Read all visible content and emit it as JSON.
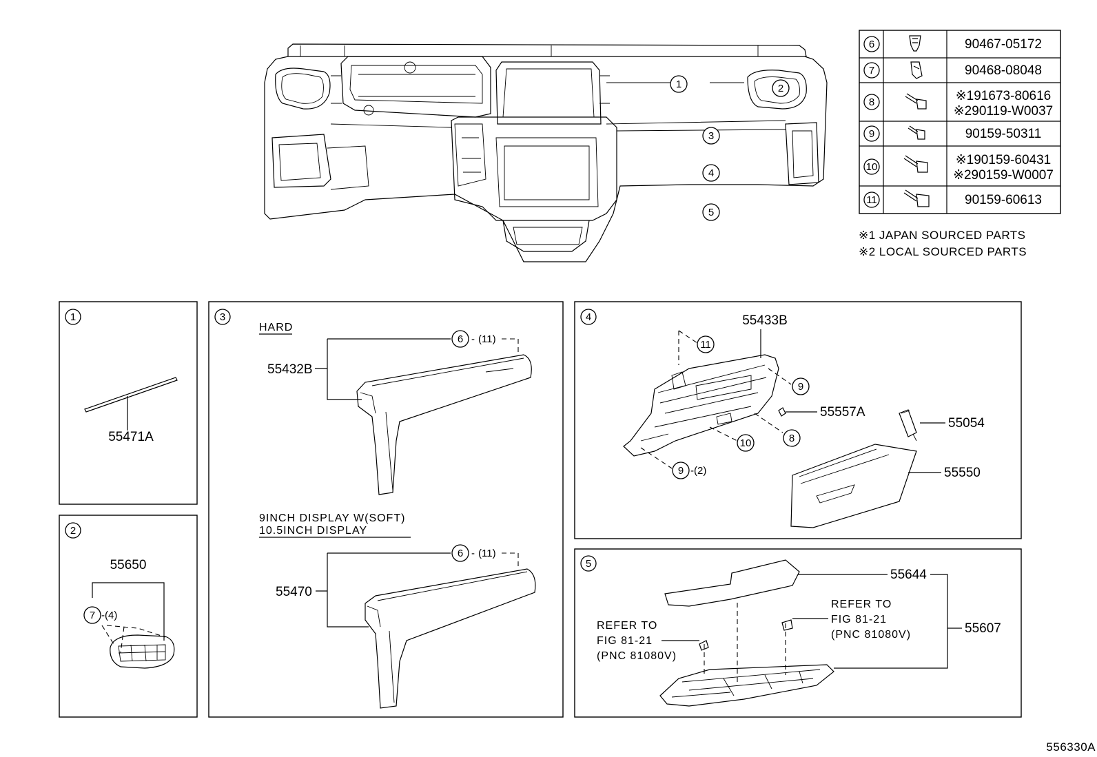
{
  "fasteners": [
    {
      "num": "6",
      "parts": [
        "90467-05172"
      ]
    },
    {
      "num": "7",
      "parts": [
        "90468-08048"
      ]
    },
    {
      "num": "8",
      "parts": [
        "※191673-80616",
        "※290119-W0037"
      ]
    },
    {
      "num": "9",
      "parts": [
        "90159-50311"
      ]
    },
    {
      "num": "10",
      "parts": [
        "※190159-60431",
        "※290159-W0007"
      ]
    },
    {
      "num": "11",
      "parts": [
        "90159-60613"
      ]
    }
  ],
  "notes": [
    "※1 JAPAN SOURCED PARTS",
    "※2 LOCAL SOURCED PARTS"
  ],
  "overview_callouts": [
    "1",
    "2",
    "3",
    "4",
    "5"
  ],
  "panel1": {
    "num": "1",
    "part": "55471A"
  },
  "panel2": {
    "num": "2",
    "part": "55650",
    "ref": "7",
    "qty": "-(4)"
  },
  "panel3": {
    "num": "3",
    "label_hard": "HARD",
    "part_hard": "55432B",
    "label_soft_1": "9INCH DISPLAY W(SOFT)",
    "label_soft_2": "10.5INCH DISPLAY",
    "part_soft": "55470",
    "ref_a": "6",
    "ref_b": "(11)",
    "dash": "-",
    "dash2": "-"
  },
  "panel4": {
    "num": "4",
    "part_box": "55433B",
    "part_pin": "55557A",
    "part_damper": "55054",
    "part_door": "55550",
    "ref11": "11",
    "ref9": "9",
    "ref8": "8",
    "ref10": "10",
    "ref9b": "9",
    "qty_9b": "-(2)"
  },
  "panel5": {
    "num": "5",
    "part_cover": "55644",
    "part_assy": "55607",
    "refer_left": [
      "REFER TO",
      "FIG 81-21",
      "(PNC 81080V)"
    ],
    "refer_right": [
      "REFER TO",
      "FIG 81-21",
      "(PNC 81080V)"
    ]
  },
  "figure_code": "556330A"
}
